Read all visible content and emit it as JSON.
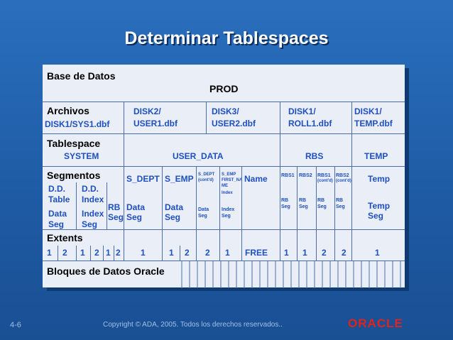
{
  "title": "Determinar Tablespaces",
  "rows": {
    "base": {
      "label": "Base de Datos",
      "value": "PROD"
    },
    "archivos": {
      "label": "Archivos",
      "files": [
        {
          "l1": "DISK1/SYS1.dbf",
          "l2": ""
        },
        {
          "l1": "DISK2/",
          "l2": "USER1.dbf"
        },
        {
          "l1": "DISK3/",
          "l2": "USER2.dbf"
        },
        {
          "l1": "DISK1/",
          "l2": "ROLL1.dbf"
        },
        {
          "l1": "DISK1/",
          "l2": "TEMP.dbf"
        }
      ]
    },
    "tablespace": {
      "label": "Tablespace",
      "names": [
        "SYSTEM",
        "USER_DATA",
        "RBS",
        "TEMP"
      ]
    },
    "segmentos": {
      "label": "Segmentos",
      "dd1": {
        "top1": "D.D.",
        "top2": "Table",
        "bot1": "Data",
        "bot2": "Seg"
      },
      "dd2": {
        "top1": "D.D.",
        "top2": "Index",
        "bot1": "Index",
        "bot2": "Seg"
      },
      "rb": {
        "l1": "RB",
        "l2": "Seg"
      },
      "sdept": {
        "top": "S_DEPT",
        "bot1": "Data",
        "bot2": "Seg"
      },
      "semp": {
        "top": "S_EMP",
        "bot1": "Data",
        "bot2": "Seg"
      },
      "sdept2": {
        "top1": "S_DEPT",
        "top2": "(cont'd)",
        "bot1": "Data",
        "bot2": "Seg"
      },
      "semp2": {
        "top1": "S_EMP",
        "top2": "FIRST_NA",
        "top3": "ME",
        "top4": "Index",
        "bot1": "Index",
        "bot2": "Seg"
      },
      "name": "Name",
      "rbs": [
        {
          "top1": "RBS1",
          "top2": "",
          "bot1": "RB",
          "bot2": "Seg"
        },
        {
          "top1": "RBS2",
          "top2": "",
          "bot1": "RB",
          "bot2": "Seg"
        },
        {
          "top1": "RBS1",
          "top2": "(cont'd)",
          "bot1": "RB",
          "bot2": "Seg"
        },
        {
          "top1": "RBS2",
          "top2": "(cont'd)",
          "bot1": "RB",
          "bot2": "Seg"
        }
      ],
      "temp": {
        "top": "Temp",
        "bot1": "Temp",
        "bot2": "Seg"
      }
    },
    "extents": {
      "label": "Extents",
      "values": [
        "1",
        "2",
        "1",
        "2",
        "1",
        "2",
        "1",
        "1",
        "2",
        "2",
        "1",
        "FREE",
        "1",
        "1",
        "2",
        "2",
        "1"
      ]
    },
    "bloques": {
      "label": "Bloques de Datos Oracle"
    }
  },
  "footer": {
    "page": "4-6",
    "copyright": "Copyright © ADA, 2005. Todos los derechos reservados..",
    "logo": "ORACLE"
  }
}
